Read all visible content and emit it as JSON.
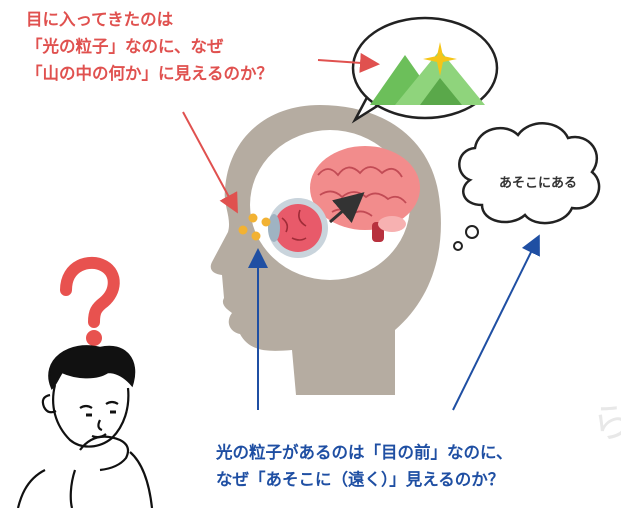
{
  "question_top": [
    "目に入ってきたのは",
    "「光の粒子」なのに、なぜ",
    "「山の中の何か」に見えるのか？"
  ],
  "question_bottom": [
    "光の粒子があるのは「目の前」なのに、",
    "なぜ「あそこに（遠く）」見えるのか？"
  ],
  "thought_bubble": "あそこにある",
  "colors": {
    "red_text": "#e0514f",
    "blue_text": "#1f4fa3",
    "head": "#b5aca1",
    "brain": "#f28c8c",
    "eye": "#e85a6a",
    "mountain": "#6cbf5a",
    "star": "#f5c518",
    "particles": "#f2b233"
  }
}
